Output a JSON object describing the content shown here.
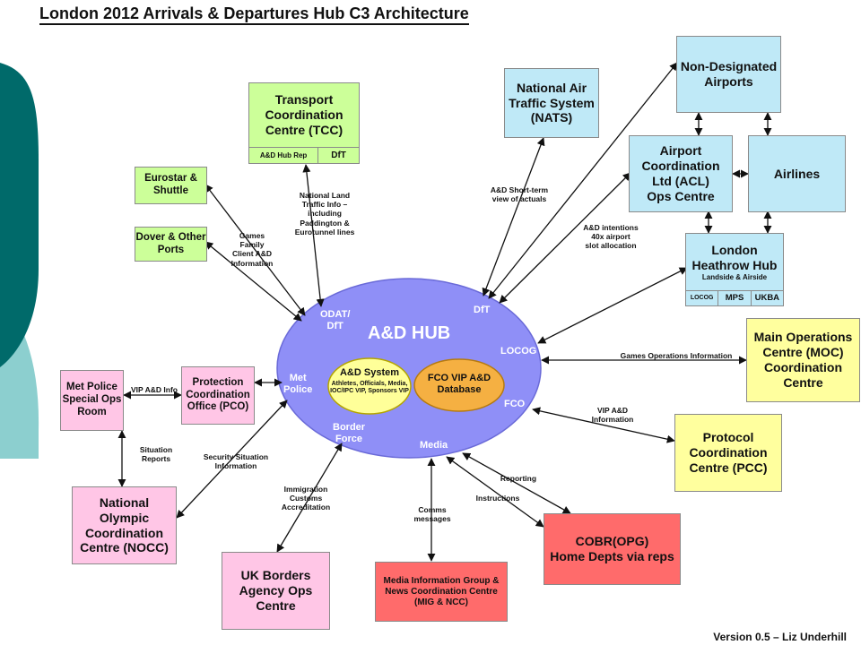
{
  "title": "London 2012 Arrivals & Departures Hub C3 Architecture",
  "footer": "Version 0.5 – Liz Underhill",
  "colors": {
    "teal_dark": "#006a6a",
    "teal_light": "#8ccfcf",
    "hub_ellipse": "#8f8ff7",
    "ad_system": "#ffff99",
    "fco_db": "#f5b042",
    "green_box": "#ccff99",
    "blue_box": "#bfe9f7",
    "yellow_box": "#ffff9e",
    "pink_box": "#ffc6e6",
    "red_box": "#ff6b6b"
  },
  "hub": {
    "title": "A&D HUB",
    "labels": {
      "odat": "ODAT/\nDfT",
      "dft": "DfT",
      "locog": "LOCOG",
      "met": "Met\nPolice",
      "fco": "FCO",
      "border": "Border\nForce",
      "media": "Media"
    },
    "ad_system": {
      "title": "A&D System",
      "sub": "Athletes, Officials, Media,\nIOC/IPC VIP, Sponsors VIP"
    },
    "fco_db": {
      "title": "FCO VIP A&D\nDatabase"
    }
  },
  "boxes": {
    "tcc": {
      "title": "Transport\nCoordination\nCentre (TCC)",
      "sub": [
        "A&D Hub Rep",
        "DfT"
      ]
    },
    "eurostar": {
      "title": "Eurostar &\nShuttle"
    },
    "dover": {
      "title": "Dover & Other\nPorts"
    },
    "nats": {
      "title": "National Air\nTraffic System\n(NATS)"
    },
    "non_designated": {
      "title": "Non-Designated\nAirports"
    },
    "acl": {
      "title": "Airport\nCoordination\nLtd (ACL)\nOps Centre"
    },
    "airlines": {
      "title": "Airlines"
    },
    "heathrow": {
      "title": "London\nHeathrow Hub",
      "small": "Landside & Airside",
      "sub": [
        "LOCOG",
        "MPS",
        "UKBA"
      ]
    },
    "moc": {
      "title": "Main Operations\nCentre (MOC)\nCoordination\nCentre"
    },
    "pcc": {
      "title": "Protocol\nCoordination\nCentre (PCC)"
    },
    "met_special": {
      "title": "Met Police\nSpecial Ops\nRoom"
    },
    "pco": {
      "title": "Protection\nCoordination\nOffice (PCO)"
    },
    "nocc": {
      "title": "National\nOlympic\nCoordination\nCentre (NOCC)"
    },
    "ukba": {
      "title": "UK Borders\nAgency Ops\nCentre"
    },
    "mig": {
      "title": "Media Information Group &\nNews Coordination Centre\n(MIG & NCC)"
    },
    "cobr": {
      "title": "COBR(OPG)\nHome Depts via reps"
    }
  },
  "labels": {
    "national_land": "National Land\nTraffic Info –\nincluding\nPaddington &\nEurotunnel lines",
    "games_family": "Games\nFamily\nClient A&D\nInformation",
    "ad_short_term": "A&D Short-term\nview of actuals",
    "ad_intentions": "A&D intentions\n40x airport\nslot allocation",
    "games_ops": "Games Operations Information",
    "vip_ad_info_right": "VIP A&D\nInformation",
    "vip_ad_info_left": "VIP A&D Info",
    "situation_reports": "Situation\nReports",
    "security_situation": "Security Situation\nInformation",
    "immigration": "Immigration\nCustoms\nAccreditation",
    "comms": "Comms\nmessages",
    "reporting": "Reporting",
    "instructions": "Instructions"
  }
}
